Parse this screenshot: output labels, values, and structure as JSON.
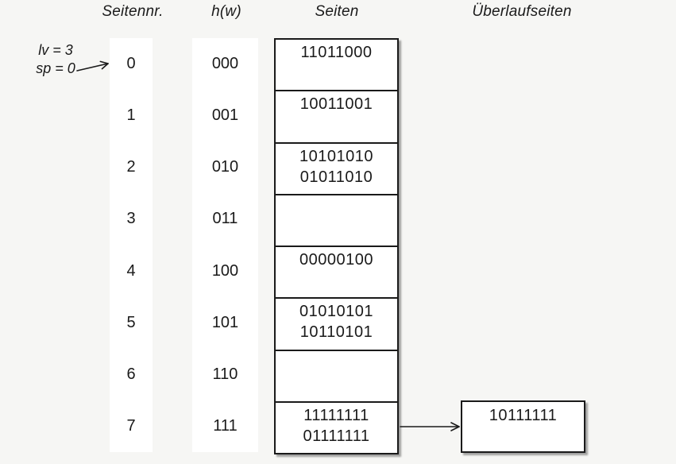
{
  "headers": {
    "seitennr": "Seitennr.",
    "hw": "h(w)",
    "seiten": "Seiten",
    "ueberlaufseiten": "Überlaufseiten"
  },
  "annotation": {
    "level": "lv = 3",
    "split_pointer": "sp = 0"
  },
  "table": {
    "rows": [
      {
        "page_no": "0",
        "hash": "000",
        "lines": [
          "11011000"
        ]
      },
      {
        "page_no": "1",
        "hash": "001",
        "lines": [
          "10011001"
        ]
      },
      {
        "page_no": "2",
        "hash": "010",
        "lines": [
          "10101010",
          "01011010"
        ]
      },
      {
        "page_no": "3",
        "hash": "011",
        "lines": []
      },
      {
        "page_no": "4",
        "hash": "100",
        "lines": [
          "00000100"
        ]
      },
      {
        "page_no": "5",
        "hash": "101",
        "lines": [
          "01010101",
          "10110101"
        ]
      },
      {
        "page_no": "6",
        "hash": "110",
        "lines": []
      },
      {
        "page_no": "7",
        "hash": "111",
        "lines": [
          "11111111",
          "01111111"
        ]
      }
    ]
  },
  "overflow": {
    "pages": [
      {
        "lines": [
          "10111111"
        ]
      }
    ]
  },
  "colors": {
    "background": "#f6f6f4",
    "ink": "#1a1a1a",
    "page_fill": "#ffffff"
  }
}
